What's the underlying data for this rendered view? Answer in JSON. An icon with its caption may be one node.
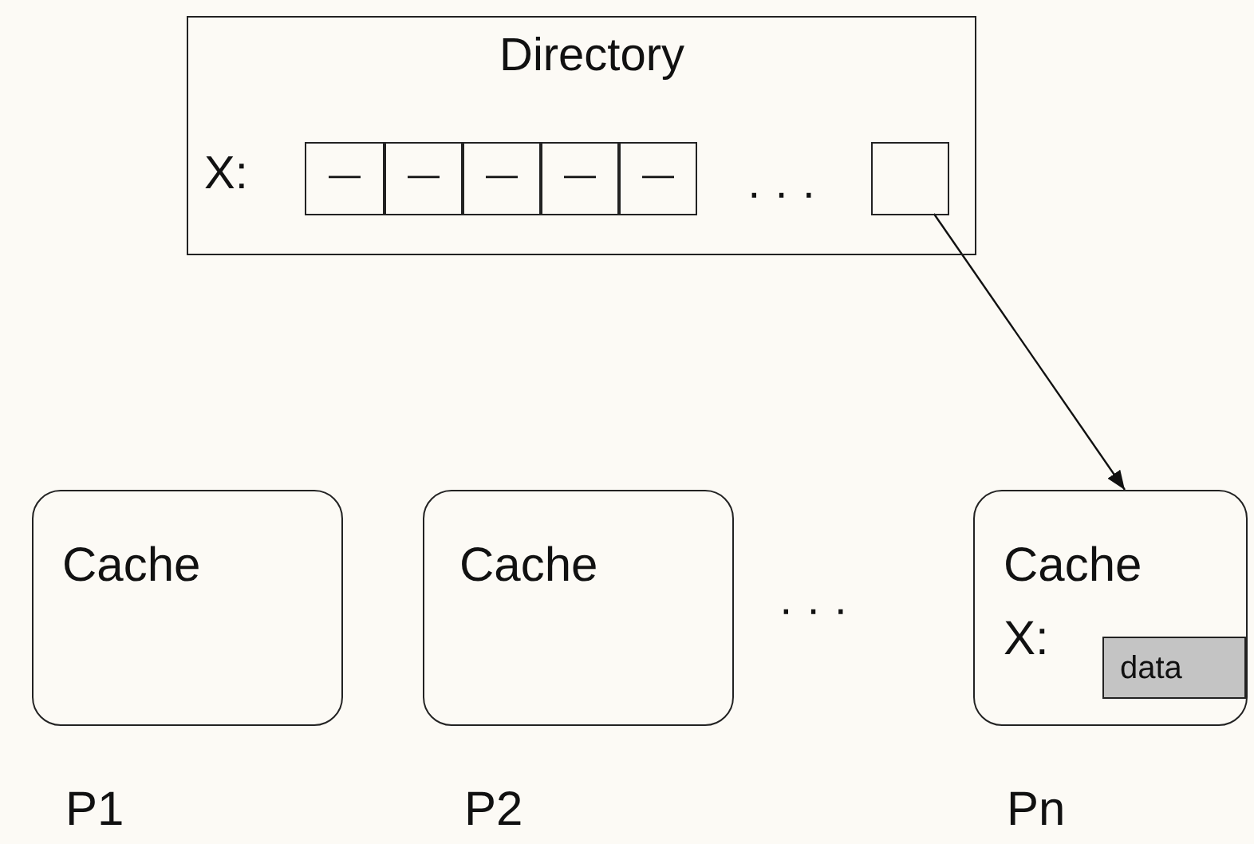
{
  "diagram": {
    "nodes": [
      {
        "text": [
          "Directory",
          "X:"
        ]
      },
      {
        "text": [
          "—"
        ],
        "in": 0
      },
      {
        "text": [
          "—"
        ],
        "in": 0
      },
      {
        "text": [
          "—"
        ],
        "in": 0
      },
      {
        "text": [
          "—"
        ],
        "in": 0
      },
      {
        "text": [
          "—"
        ],
        "in": 0
      },
      {
        "text": [],
        "shape": "box",
        "in": 0
      },
      {
        "text": [
          "Cache"
        ],
        "beside": [
          "P1"
        ]
      },
      {
        "text": [
          "Cache"
        ],
        "beside": [
          "P2"
        ]
      },
      {
        "text": [
          "Cache",
          "X:"
        ],
        "beside": [
          "Pn"
        ]
      },
      {
        "text": [
          "data"
        ],
        "in": 9
      }
    ],
    "edges": [
      {
        "from": 6,
        "to": 9,
        "arrow": "to"
      }
    ],
    "labels": [
      "· · ·",
      "· · ·"
    ]
  }
}
